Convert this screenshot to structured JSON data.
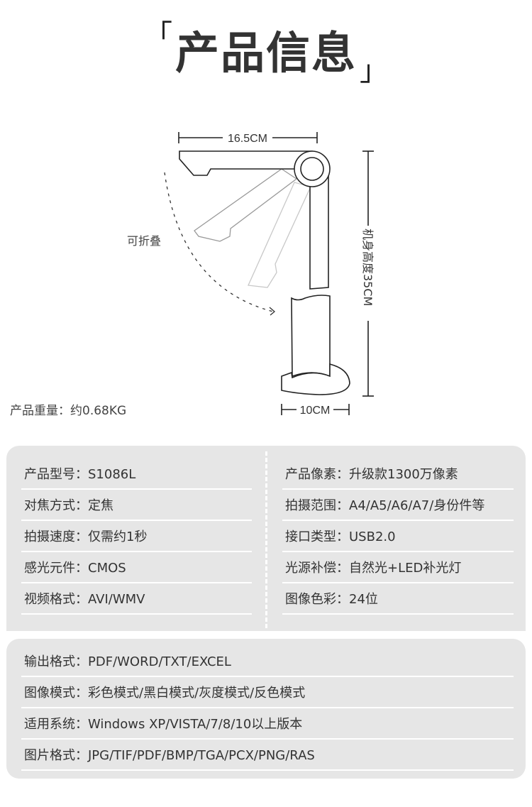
{
  "title": "产品信息",
  "bracket_open": "「",
  "bracket_close": "」",
  "diagram": {
    "width_label": "16.5CM",
    "height_label": "机身高度35CM",
    "base_label": "10CM",
    "fold_label": "可折叠"
  },
  "weight": "产品重量：约0.68KG",
  "specs_left": [
    "产品型号：S1086L",
    "对焦方式：定焦",
    "拍摄速度：仅需约1秒",
    "感光元件：CMOS",
    "视频格式：AVI/WMV"
  ],
  "specs_right": [
    "产品像素：升级款1300万像素",
    "拍摄范围：A4/A5/A6/A7/身份件等",
    "接口类型：USB2.0",
    "光源补偿：自然光+LED补光灯",
    "图像色彩：24位"
  ],
  "specs_full": [
    "输出格式：PDF/WORD/TXT/EXCEL",
    "图像模式：彩色模式/黑白模式/灰度模式/反色模式",
    "适用系统：Windows XP/VISTA/7/8/10以上版本",
    "图片格式：JPG/TIF/PDF/BMP/TGA/PCX/PNG/RAS"
  ]
}
